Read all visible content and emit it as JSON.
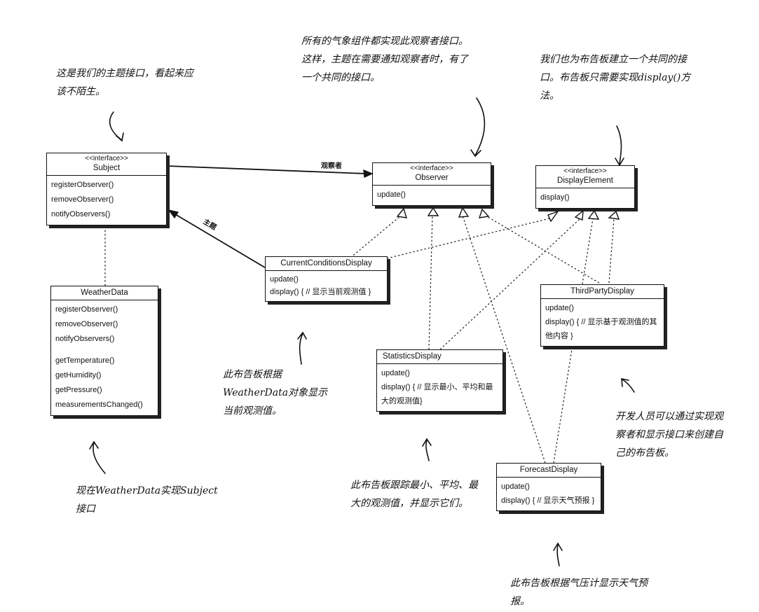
{
  "classes": {
    "subject": {
      "stereotype": "<<interface>>",
      "name": "Subject",
      "methods": [
        "registerObserver()",
        "removeObserver()",
        "notifyObservers()"
      ]
    },
    "observer": {
      "stereotype": "<<interface>>",
      "name": "Observer",
      "methods": [
        "update()"
      ]
    },
    "display_element": {
      "stereotype": "<<interface>>",
      "name": "DisplayElement",
      "methods": [
        "display()"
      ]
    },
    "current": {
      "name": "CurrentConditionsDisplay",
      "methods": [
        "update()",
        "display() { // 显示当前观测值 }"
      ]
    },
    "weather": {
      "name": "WeatherData",
      "methods": [
        "registerObserver()",
        "removeObserver()",
        "notifyObservers()"
      ],
      "methods2": [
        "getTemperature()",
        "getHumidity()",
        "getPressure()",
        "measurementsChanged()"
      ]
    },
    "statistics": {
      "name": "StatisticsDisplay",
      "methods": [
        "update()",
        "display() { // 显示最小、平均和最大的观测值}"
      ]
    },
    "thirdparty": {
      "name": "ThirdPartyDisplay",
      "methods": [
        "update()",
        "display() { // 显示基于观测值的其他内容 }"
      ]
    },
    "forecast": {
      "name": "ForecastDisplay",
      "methods": [
        "update()",
        "display() { // 显示天气预报 }"
      ]
    }
  },
  "relations": {
    "observers_label": "观察者",
    "subject_label": "主题"
  },
  "notes": {
    "subject": "这是我们的主题接口，看起来应该不陌生。",
    "observer": "所有的气象组件都实现此观察者接口。这样，主题在需要通知观察者时，有了一个共同的接口。",
    "display": "我们也为布告板建立一个共同的接口。布告板只需要实现display()方法。",
    "current": "此布告板根据WeatherData对象显示当前观测值。",
    "weather": "现在WeatherData实现Subject接口",
    "statistics": "此布告板跟踪最小、平均、最大的观测值，并显示它们。",
    "thirdparty": "开发人员可以通过实现观察者和显示接口来创建自己的布告板。",
    "forecast": "此布告板根据气压计显示天气预报。"
  }
}
